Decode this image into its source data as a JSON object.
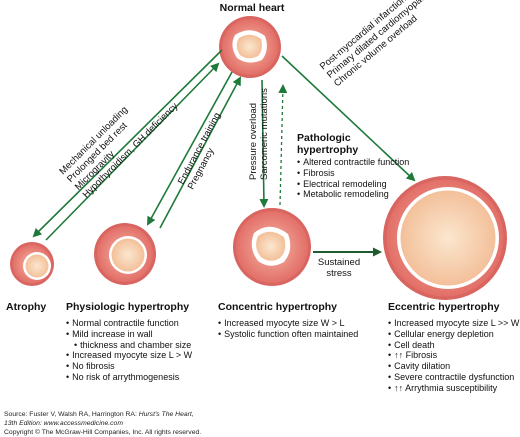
{
  "normal_heart": "Normal heart",
  "labels": {
    "atrophy": "Atrophy",
    "physiologic": "Physiologic hypertrophy",
    "concentric": "Concentric hypertrophy",
    "eccentric": "Eccentric hypertrophy",
    "pathologic_line1": "Pathologic",
    "pathologic_line2": "hypertrophy",
    "sustained_line1": "Sustained",
    "sustained_line2": "stress"
  },
  "stimuli": {
    "atrophy": [
      "Mechanical unloading",
      "Prolonged bed rest",
      "Microgravity",
      "Hypothyroidism, GH deficiency"
    ],
    "physiologic": [
      "Endurance training",
      "Pregnancy"
    ],
    "concentric": [
      "Pressure overload",
      "Sarcomeric mutations"
    ],
    "eccentric": [
      "Post-myocardial infarction",
      "Primary dilated cardiomyopathy",
      "Chronic volume overload"
    ]
  },
  "pathologic_features": [
    "Altered contractile function",
    "Fibrosis",
    "Electrical remodeling",
    "Metabolic remodeling"
  ],
  "physiologic_features": [
    "Normal contractile function",
    "Mild increase in wall",
    "thickness and chamber size",
    "Increased myocyte size  L > W",
    "No fibrosis",
    "No risk of arrythmogenesis"
  ],
  "concentric_features": [
    "Increased myocyte size W > L",
    "Systolic function often maintained"
  ],
  "eccentric_features": [
    "Increased myocyte size L >> W",
    "Cellular energy depletion",
    "Cell death",
    "↑↑ Fibrosis",
    "Cavity dilation",
    "Severe contractile dysfunction",
    "↑↑ Arrythmia susceptibility"
  ],
  "footer": {
    "source_prefix": "Source: Fuster V, Walsh RA, Harrington RA: ",
    "source_title": "Hurst's The Heart,",
    "source_line2": "13th Edition: www.accessmedicine.com",
    "copyright": "Copyright © The McGraw-Hill Companies, Inc. All rights reserved."
  },
  "colors": {
    "arrow_green": "#1f7a3a",
    "heart_outer": "#e87c76",
    "heart_inner": "#f7c7a5",
    "heart_ring": "#ffffff"
  }
}
